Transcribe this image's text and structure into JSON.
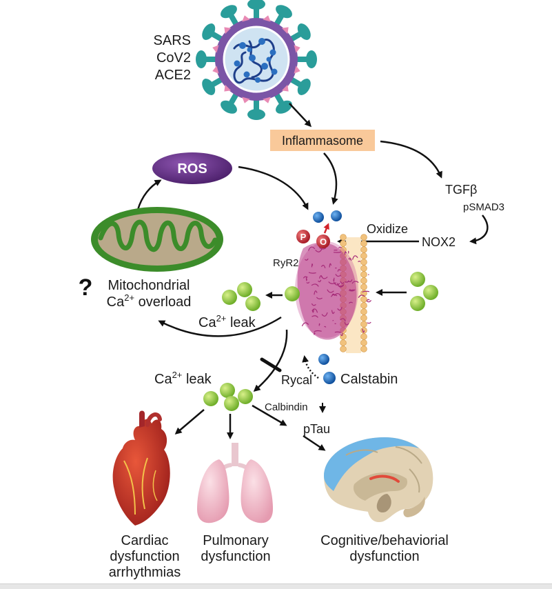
{
  "virus": {
    "label_line1": "SARS",
    "label_line2": "CoV2",
    "label_line3": "ACE2"
  },
  "inflammasome": {
    "label": "Inflammasome"
  },
  "ros": {
    "label": "ROS"
  },
  "tgf_pathway": {
    "tgfb": "TGFβ",
    "psmad3": "pSMAD3",
    "nox2": "NOX2",
    "oxidize": "Oxidize"
  },
  "ryr2": {
    "label": "RyR2",
    "p_marker": "P",
    "o_marker": "O"
  },
  "mitochondria": {
    "question": "?",
    "label_line1": "Mitochondrial",
    "label_line2_prefix": "Ca",
    "label_line2_sup": "2+",
    "label_line2_suffix": " overload"
  },
  "ca_leak_upper": {
    "prefix": "Ca",
    "sup": "2+",
    "suffix": " leak"
  },
  "ca_leak_lower": {
    "prefix": "Ca",
    "sup": "2+",
    "suffix": " leak"
  },
  "rycal": {
    "label": "Rycal"
  },
  "calstabin": {
    "label": "Calstabin"
  },
  "calbindin": {
    "label": "Calbindin"
  },
  "ptau": {
    "label": "pTau"
  },
  "outcomes": {
    "cardiac_line1": "Cardiac",
    "cardiac_line2": "dysfunction",
    "cardiac_line3": "arrhythmias",
    "pulmonary_line1": "Pulmonary",
    "pulmonary_line2": "dysfunction",
    "cognitive_line1": "Cognitive/behaviorial",
    "cognitive_line2": "dysfunction"
  },
  "colors": {
    "virus_envelope": "#7b55a6",
    "virus_spike": "#2a9d9a",
    "virus_core": "#cfe3f2",
    "rna": "#1e3f8a",
    "inflammasome_fill": "#f9c99a",
    "ros_fill": "#6a2f8c",
    "mito_outer": "#3c8c2a",
    "mito_inner": "#b9a98a",
    "calcium": "#8dc63f",
    "calstabin_blue": "#1f6fc2",
    "ryr2": "#b83a87",
    "membrane": "#f1c27d",
    "marker_red": "#c22a36"
  }
}
